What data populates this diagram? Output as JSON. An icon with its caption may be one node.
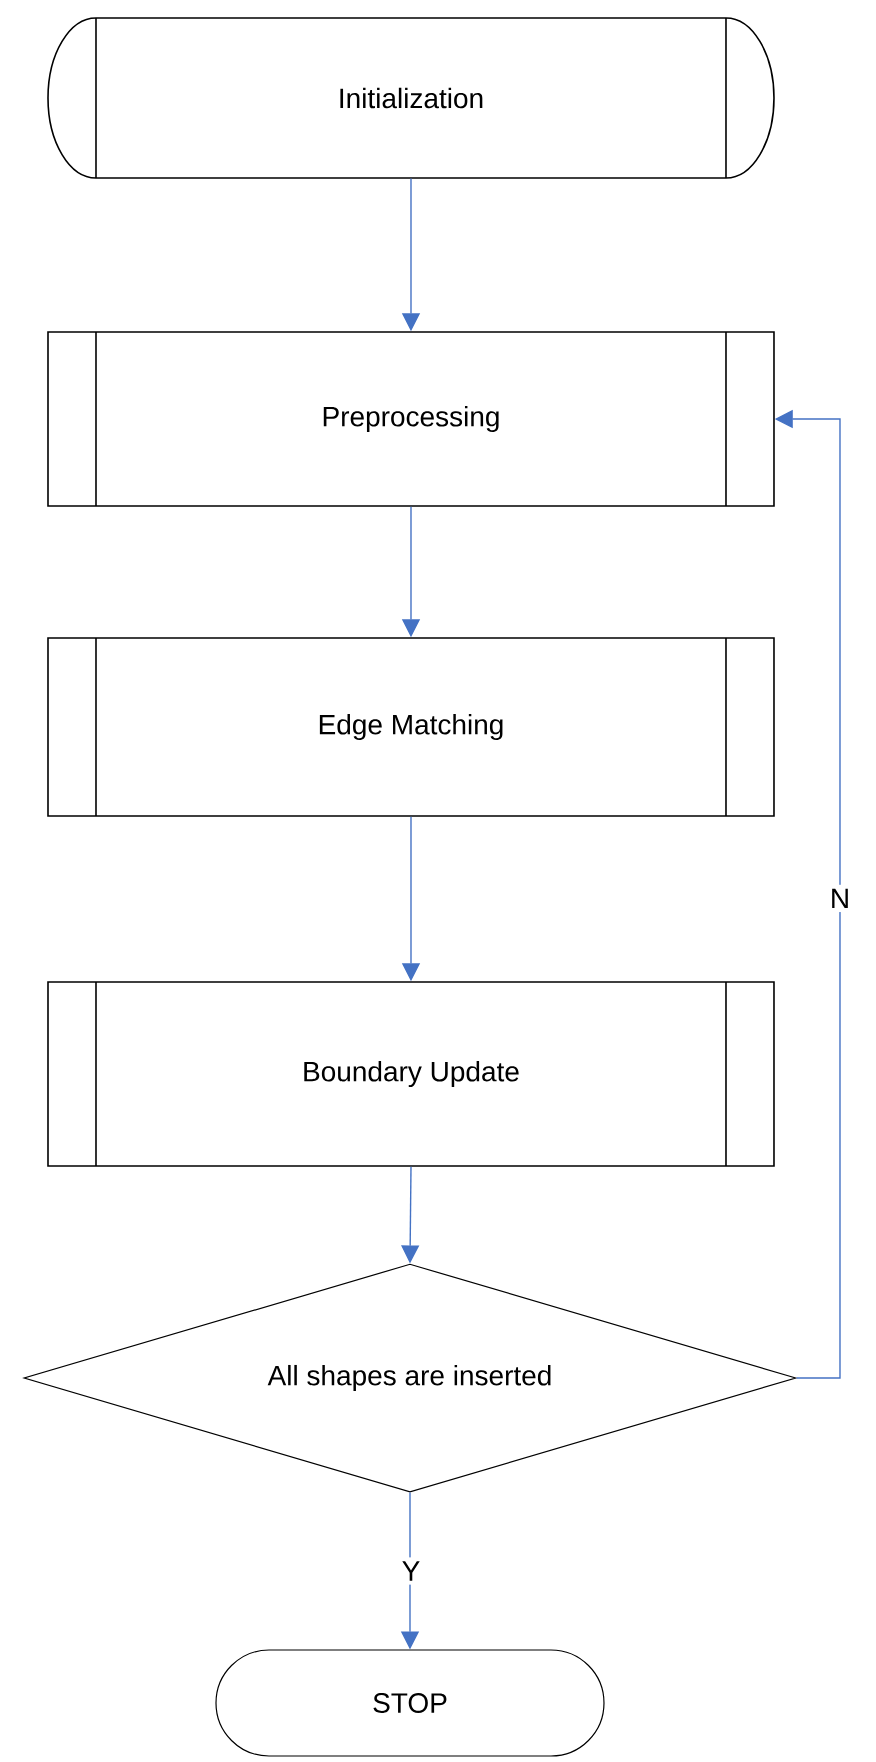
{
  "diagram": {
    "nodes": [
      {
        "text": [
          "Initialization"
        ]
      },
      {
        "text": [
          "Preprocessing"
        ]
      },
      {
        "text": [
          "Edge Matching"
        ]
      },
      {
        "text": [
          "Boundary Update"
        ]
      },
      {
        "text": [
          "All shapes are inserted"
        ]
      },
      {
        "text": [
          "STOP"
        ]
      }
    ],
    "edges": [
      {
        "from": 0,
        "to": 1,
        "arrow": "to"
      },
      {
        "from": 1,
        "to": 2,
        "arrow": "to"
      },
      {
        "from": 2,
        "to": 3,
        "arrow": "to"
      },
      {
        "from": 3,
        "to": 4,
        "arrow": "to"
      },
      {
        "from": 4,
        "to": 1,
        "arrow": "to",
        "label": "N"
      },
      {
        "from": 4,
        "to": 5,
        "arrow": "to",
        "label": "Y"
      }
    ]
  }
}
